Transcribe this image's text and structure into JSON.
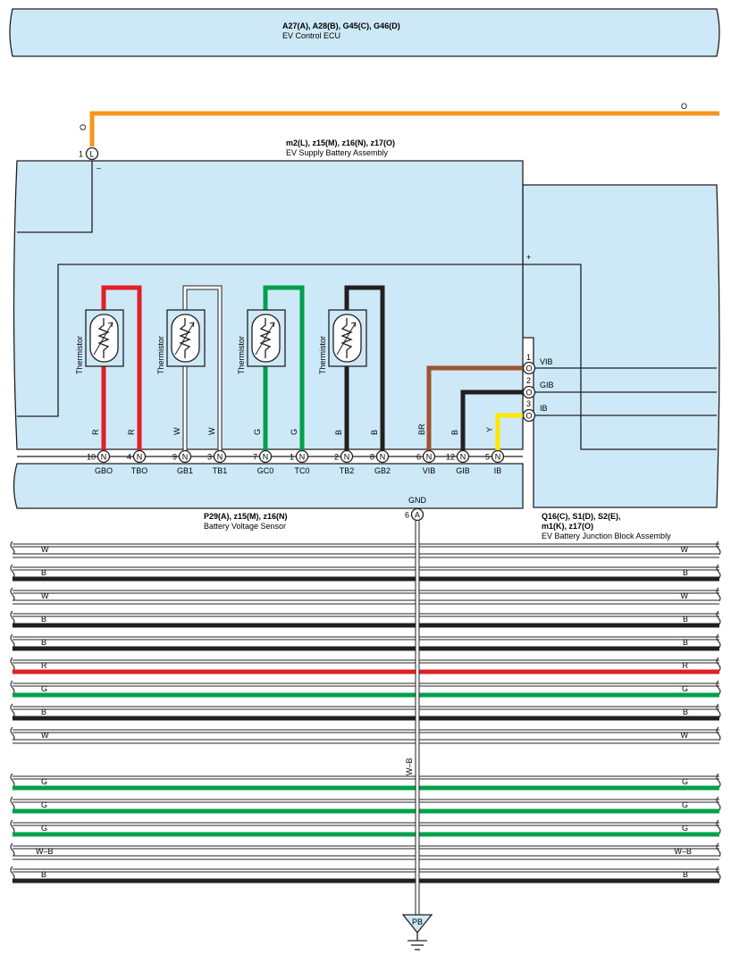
{
  "ev_control_ecu": {
    "code": "A27(A), A28(B), G45(C), G46(D)",
    "name": "EV Control ECU"
  },
  "top_wire": {
    "color_code": "O",
    "color": "#f7941d"
  },
  "supply_battery": {
    "code": "m2(L), z15(M), z16(N), z17(O)",
    "name": "EV Supply Battery Assembly",
    "minus_pin": "1",
    "minus_conn": "L",
    "minus_sign": "–",
    "plus_sign": "+"
  },
  "thermistor_label": "Thermistor",
  "thermistors": [
    {
      "color": "#e31e24",
      "code_left": "R",
      "code_right": "R"
    },
    {
      "color": "#ffffff",
      "code_left": "W",
      "code_right": "W"
    },
    {
      "color": "#00a14b",
      "code_left": "G",
      "code_right": "G"
    },
    {
      "color": "#231f20",
      "code_left": "B",
      "code_right": "B"
    }
  ],
  "bottom_pins": [
    {
      "num": "10",
      "conn": "N",
      "name": "GBO"
    },
    {
      "num": "4",
      "conn": "N",
      "name": "TBO"
    },
    {
      "num": "9",
      "conn": "N",
      "name": "GB1"
    },
    {
      "num": "3",
      "conn": "N",
      "name": "TB1"
    },
    {
      "num": "7",
      "conn": "N",
      "name": "GC0"
    },
    {
      "num": "1",
      "conn": "N",
      "name": "TC0"
    },
    {
      "num": "2",
      "conn": "N",
      "name": "TB2"
    },
    {
      "num": "8",
      "conn": "N",
      "name": "GB2"
    },
    {
      "num": "6",
      "conn": "N",
      "name": "VIB"
    },
    {
      "num": "12",
      "conn": "N",
      "name": "GIB"
    },
    {
      "num": "5",
      "conn": "N",
      "name": "IB"
    }
  ],
  "sensor_wires": [
    {
      "code": "BR",
      "color": "#a0522d"
    },
    {
      "code": "B",
      "color": "#231f20"
    },
    {
      "code": "Y",
      "color": "#ffe600"
    }
  ],
  "junction_pins": [
    {
      "num": "1",
      "conn": "O",
      "name": "VIB"
    },
    {
      "num": "2",
      "conn": "O",
      "name": "GIB"
    },
    {
      "num": "3",
      "conn": "O",
      "name": "IB"
    }
  ],
  "voltage_sensor": {
    "code": "P29(A), z15(M), z16(N)",
    "name": "Battery Voltage Sensor"
  },
  "gnd": {
    "label": "GND",
    "pin": "6",
    "conn": "A",
    "wire_code": "W–B",
    "ground_point": "PB"
  },
  "junction_block": {
    "code_line1": "Q16(C), S1(D), S2(E),",
    "code_line2": "m1(K), z17(O)",
    "name": "EV Battery Junction Block Assembly"
  },
  "harness": [
    {
      "code": "W",
      "color": "#ffffff"
    },
    {
      "code": "B",
      "color": "#231f20"
    },
    {
      "code": "W",
      "color": "#ffffff"
    },
    {
      "code": "B",
      "color": "#231f20"
    },
    {
      "code": "B",
      "color": "#231f20"
    },
    {
      "code": "R",
      "color": "#e31e24"
    },
    {
      "code": "G",
      "color": "#00a14b"
    },
    {
      "code": "B",
      "color": "#231f20"
    },
    {
      "code": "W",
      "color": "#ffffff"
    },
    {
      "code": "G",
      "color": "#00a14b"
    },
    {
      "code": "G",
      "color": "#00a14b"
    },
    {
      "code": "G",
      "color": "#00a14b"
    },
    {
      "code": "W–B",
      "color": "#ffffff"
    },
    {
      "code": "B",
      "color": "#231f20"
    }
  ],
  "colors": {
    "box_fill": "#cde9f8",
    "line": "#231f20"
  }
}
